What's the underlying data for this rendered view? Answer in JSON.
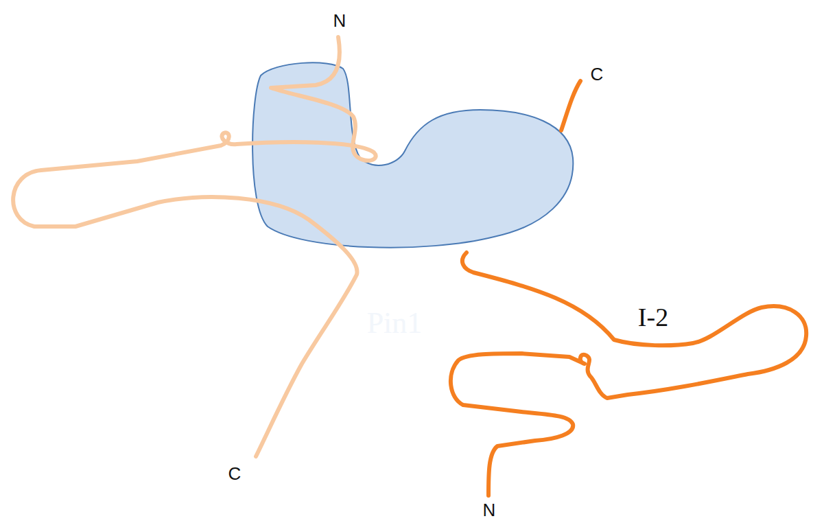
{
  "diagram": {
    "nodes": [
      {
        "text": [
          "Pin1"
        ]
      }
    ],
    "labels": [
      "N",
      "C",
      "I-2",
      "C",
      "N"
    ]
  }
}
